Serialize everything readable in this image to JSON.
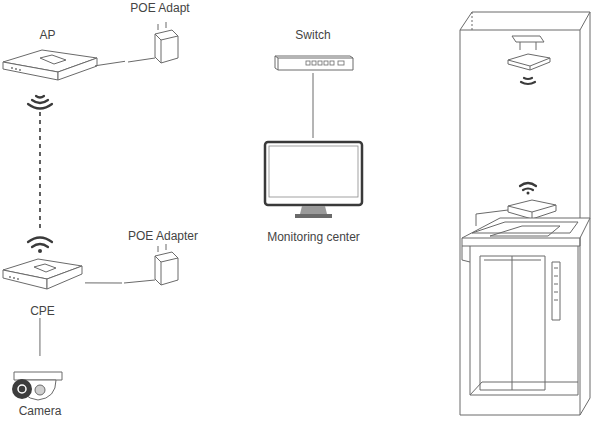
{
  "diagram": {
    "nodes": [
      {
        "text": [
          "AP"
        ]
      },
      {
        "text": [
          "POE Adapt"
        ]
      },
      {
        "text": [
          "Switch"
        ]
      },
      {
        "text": [
          "Monitoring center"
        ]
      },
      {
        "text": [
          "POE Adapter"
        ]
      },
      {
        "text": [
          "CPE"
        ]
      },
      {
        "text": [
          "Camera"
        ]
      }
    ],
    "edges": [
      {
        "from": 0,
        "to": 1,
        "arrow": "none"
      },
      {
        "from": 2,
        "to": 3,
        "arrow": "none"
      },
      {
        "from": 0,
        "to": 5,
        "arrow": "none"
      },
      {
        "from": 5,
        "to": 4,
        "arrow": "none"
      },
      {
        "from": 5,
        "to": 6,
        "arrow": "none"
      }
    ]
  }
}
